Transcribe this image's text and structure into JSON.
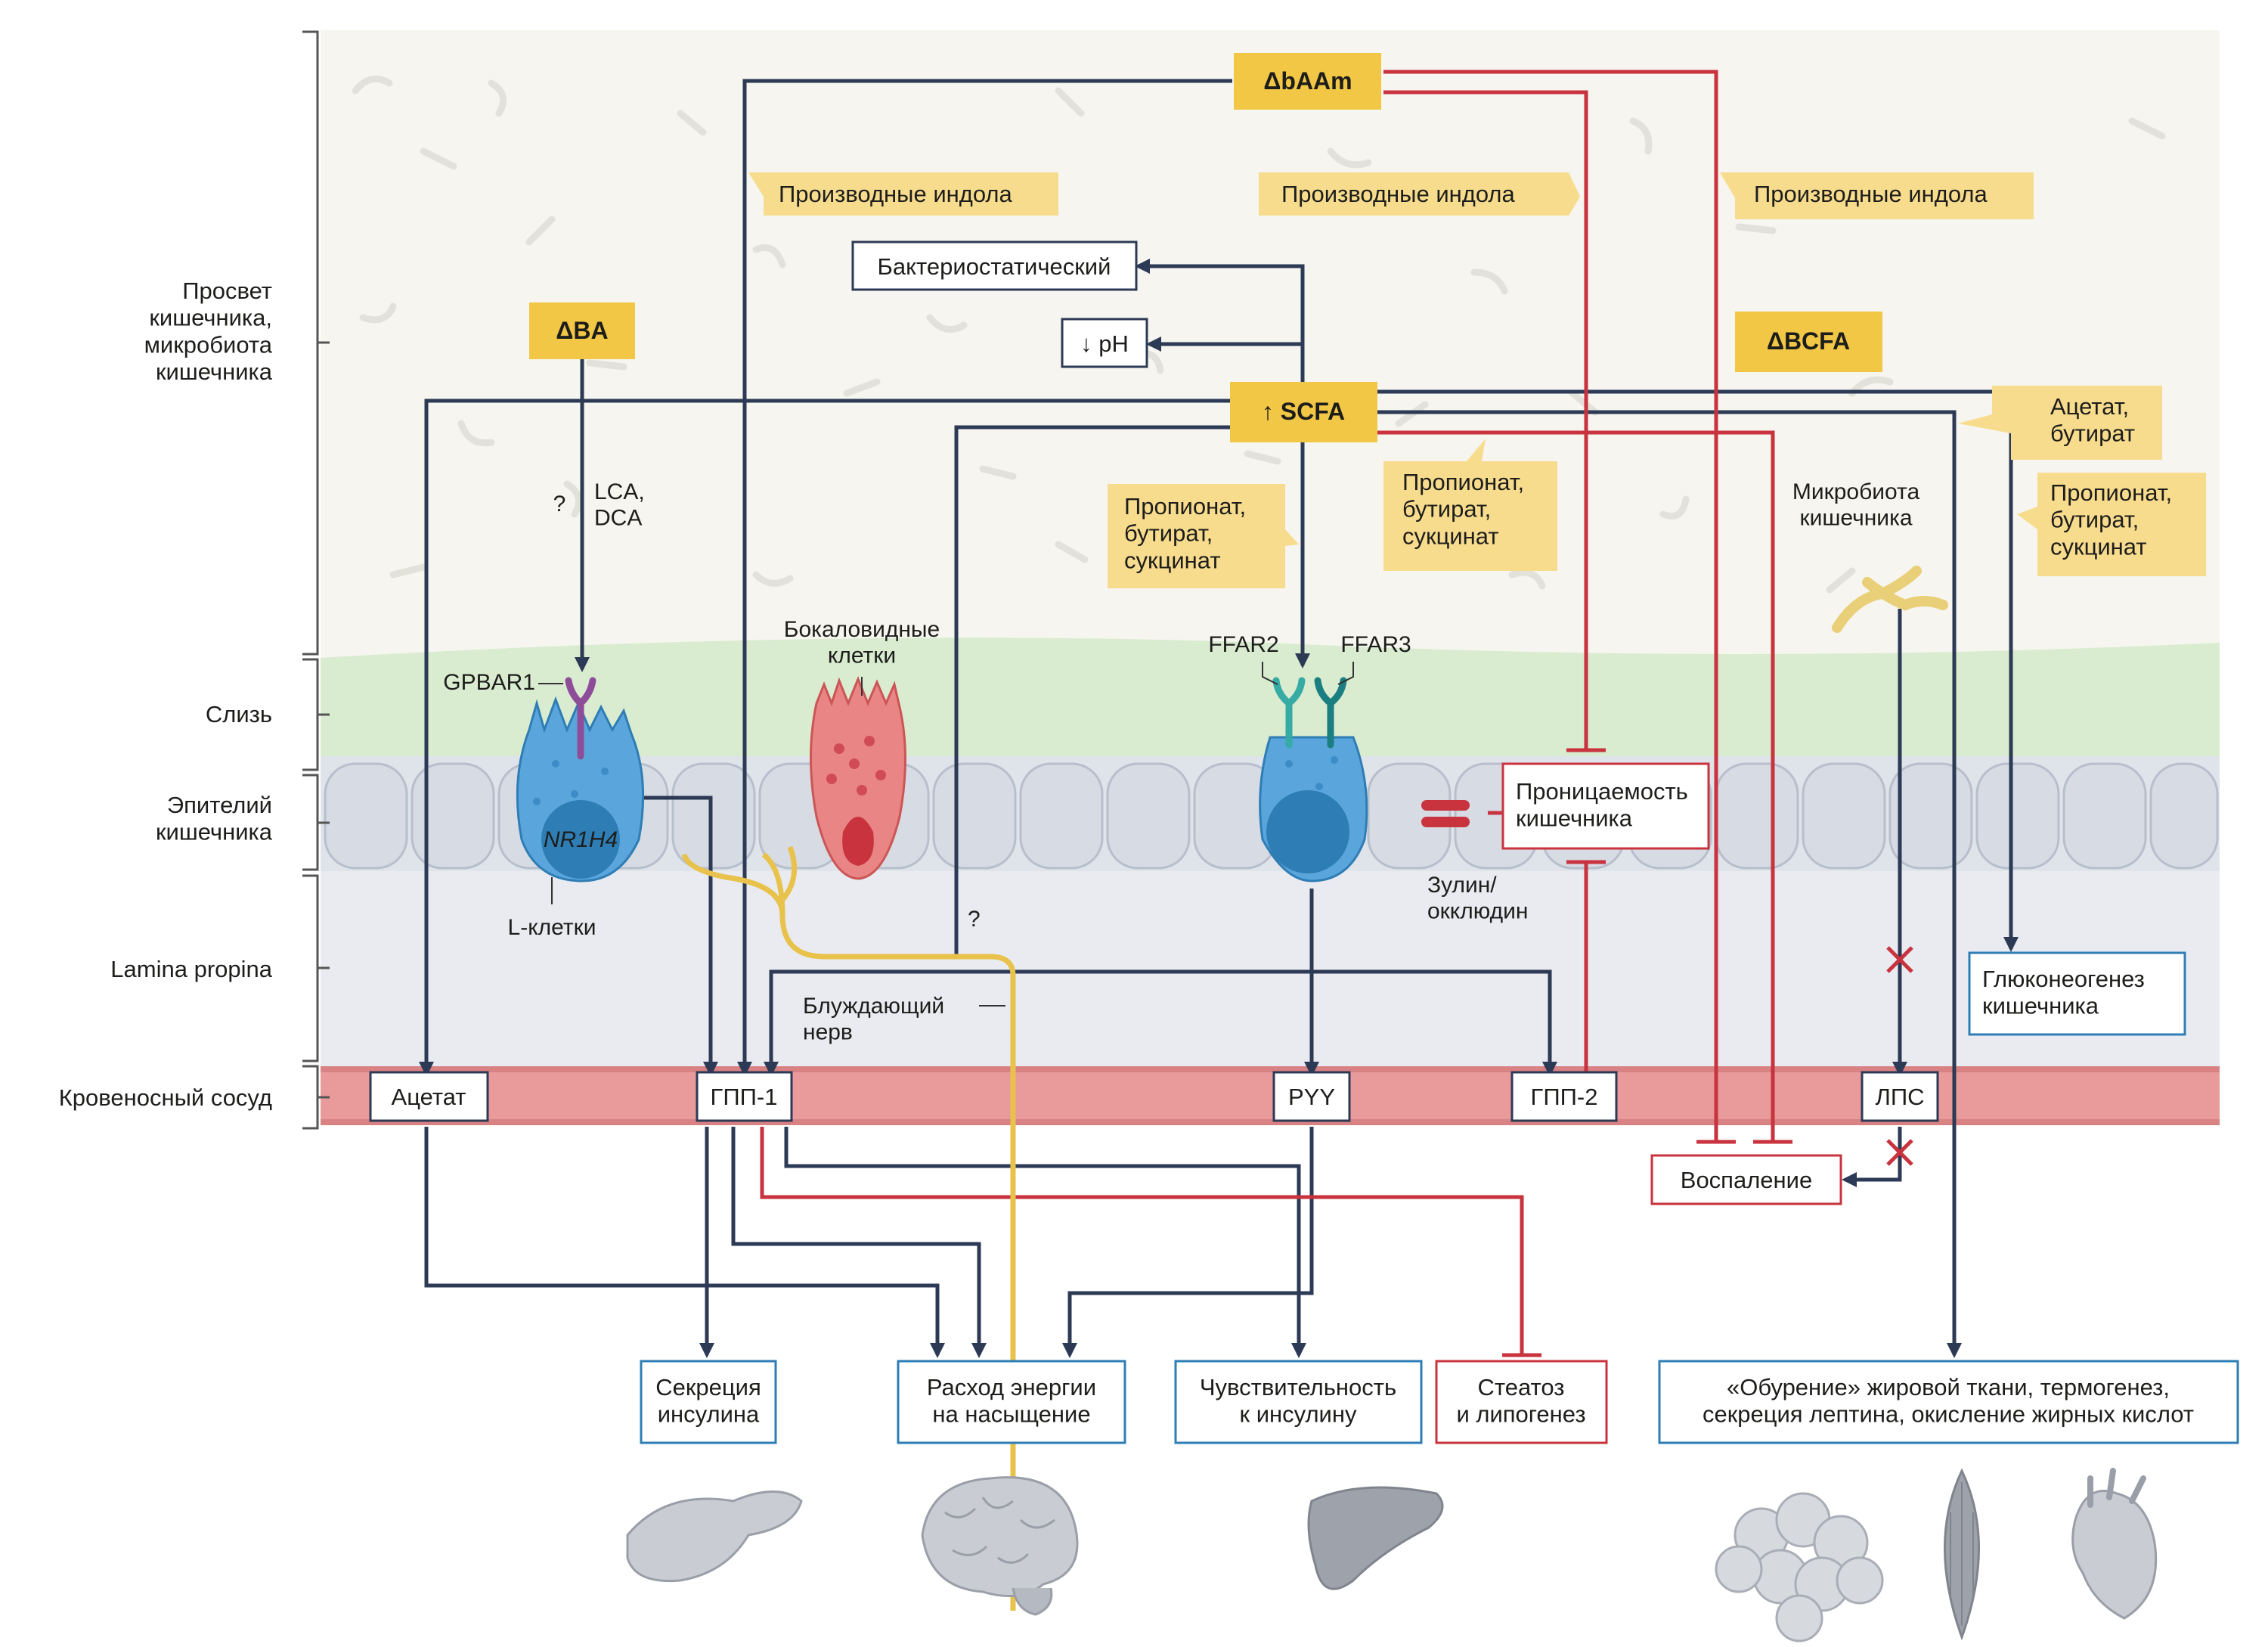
{
  "layers": {
    "lumen": "Просвет\nкишечника,\nмикробиота\nкишечника",
    "mucus": "Слизь",
    "epithelium": "Эпителий\nкишечника",
    "lamina": "Lamina propina",
    "vessel": "Кровеносный сосуд"
  },
  "metabolites": {
    "baam": "ΔbAAm",
    "ba": "ΔBA",
    "scfa": "↑ SCFA",
    "bcfa": "ΔBCFA"
  },
  "tags": {
    "indole1": "Производные индола",
    "indole2": "Производные индола",
    "indole3": "Производные индола",
    "prop1": "Пропионат,\nбутират,\nсукцинат",
    "prop2": "Пропионат,\nбутират,\nсукцинат",
    "prop3": "Пропионат,\nбутират,\nсукцинат",
    "acetate_butyrate": "Ацетат,\nбутират"
  },
  "lumen_boxes": {
    "bacteriostatic": "Бактериостатический",
    "ph": "↓ pH"
  },
  "labels": {
    "lca_dca": "LCA,\nDCA",
    "question1": "?",
    "question2": "?",
    "gpbar1": "GPBAR1",
    "nr1h4": "NR1H4",
    "l_cells": "L-клетки",
    "goblet": "Бокаловидные\nклетки",
    "ffar2": "FFAR2",
    "ffar3": "FFAR3",
    "microbiota": "Микробиота\nкишечника",
    "zulin": "Зулин/\nокклюдин",
    "vagus": "Блуждающий\nнерв"
  },
  "boxes": {
    "permeability": "Проницаемость\nкишечника",
    "gluconeogenesis": "Глюконеогенез\nкишечника",
    "acetate": "Ацетат",
    "glp1": "ГПП-1",
    "pyy": "PYY",
    "glp2": "ГПП-2",
    "lps": "ЛПС",
    "inflammation": "Воспаление"
  },
  "outcomes": {
    "insulin_secretion": "Секреция\nинсулина",
    "energy": "Расход энергии\nна насыщение",
    "insulin_sensitivity": "Чувствительность\nк инсулину",
    "steatosis": "Стеатоз\nи липогенез",
    "browning": "«Обурение» жировой ткани, термогенез,\nсекреция лептина, окисление жирных кислот"
  },
  "organs": [
    "pancreas-icon",
    "brain-icon",
    "liver-icon",
    "adipose-icon",
    "muscle-icon",
    "heart-icon"
  ],
  "colors": {
    "lumen_bg": "#f6f5ef",
    "mucus": "#d9ecd0",
    "epithelium": "#dfe3ea",
    "lamina": "#e9ebf1",
    "vessel": "#e99a9b",
    "gold": "#f2c745",
    "gold_light": "#f8dc8e",
    "navy": "#2d3a55",
    "red": "#c8333e",
    "blue_box": "#2f7db5",
    "red_box": "#c8333e",
    "nerve": "#e8c24a",
    "l_cell": "#5aa6dc",
    "goblet": "#e98585"
  }
}
